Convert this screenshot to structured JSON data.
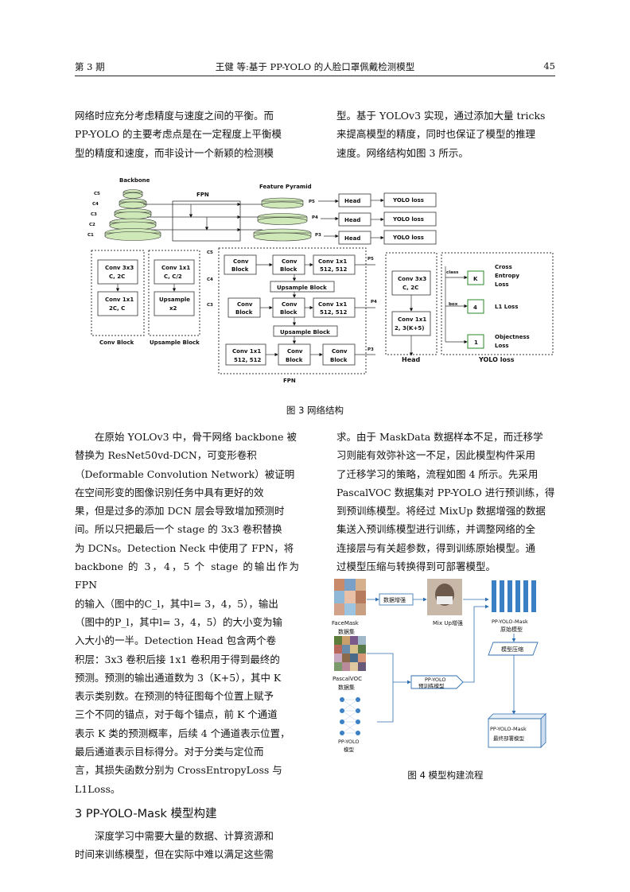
{
  "header": {
    "left": "第 3 期",
    "center": "王健  等:基于 PP-YOLO 的人脸口罩佩戴检测模型",
    "right": "45"
  },
  "intro_left": [
    "网络时应充分考虑精度与速度之间的平衡。而",
    "PP-YOLO 的主要考虑点是在一定程度上平衡模",
    "型的精度和速度，而非设计一个新颖的检测模"
  ],
  "intro_right": [
    "型。基于 YOLOv3 实现，通过添加大量 tricks",
    "来提高模型的精度，同时也保证了模型的推理",
    "速度。网络结构如图 3 所示。"
  ],
  "fig3": {
    "caption": "图 3  网络结构",
    "backbone": "Backbone",
    "fpn": "FPN",
    "feature_pyramid": "Feature Pyramid",
    "c_labels": [
      "C5",
      "C4",
      "C3",
      "C2",
      "C1"
    ],
    "p_labels": [
      "P5",
      "P4",
      "P3"
    ],
    "head": "Head",
    "yolo_loss": "YOLO loss",
    "conv3x3": "Conv 3x3",
    "c2c": "C, 2C",
    "conv1x1": "Conv 1x1",
    "c2c_b": "2C, C",
    "cc2": "C, C/2",
    "upsample": "Upsample",
    "x2": "x2",
    "conv_block": "Conv Block",
    "upsample_block": "Upsample Block",
    "conv": "Conv",
    "block": "Block",
    "dim512": "512, 512",
    "cls_out": "2, 3(K+5)",
    "class": "class",
    "box": "box",
    "k": "K",
    "four": "4",
    "one": "1",
    "cross_entropy": [
      "Cross",
      "Entropy",
      "Loss"
    ],
    "l1_loss": "L1 Loss",
    "objectness": [
      "Objectness",
      "Loss"
    ],
    "c5": "C5",
    "c4": "C4",
    "c3": "C3",
    "p5": "P5",
    "p4": "P4",
    "p3": "P3"
  },
  "body_left": [
    {
      "indent": true,
      "text": "在原始 YOLOv3 中，骨干网络 backbone 被"
    },
    {
      "text": "替换为 ResNet50vd-DCN，可变形卷积"
    },
    {
      "text": "（Deformable Convolution Network）被证明"
    },
    {
      "text": "在空间形变的图像识别任务中具有更好的效"
    },
    {
      "text": "果，但是过多的添加 DCN 层会导致增加预测时"
    },
    {
      "text": "间。所以只把最后一个 stage 的 3x3 卷积替换"
    },
    {
      "text": "为 DCNs。Detection Neck 中使用了 FPN，将"
    },
    {
      "text": "backbone 的 3，4，5 个 stage 的输出作为 FPN"
    },
    {
      "text": "的输入（图中的C_l，其中l= 3，4，5），输出"
    },
    {
      "text": "（图中的P_l，其中l= 3，4，5）的大小变为输"
    },
    {
      "text": "入大小的一半。Detection Head 包含两个卷"
    },
    {
      "text": "积层：3x3 卷积后接 1x1 卷积用于得到最终的"
    },
    {
      "text": "预测。预测的输出通道数为 3（K+5），其中 K"
    },
    {
      "text": "表示类别数。在预测的特征图每个位置上赋予"
    },
    {
      "text": "三个不同的锚点，对于每个锚点，前 K 个通道"
    },
    {
      "text": "表示 K 类的预测概率，后续 4 个通道表示位置，"
    },
    {
      "text": "最后通道表示目标得分。对于分类与定位而"
    },
    {
      "text": "言，其损失函数分别为 CrossEntropyLoss 与"
    },
    {
      "text": "L1Loss。"
    }
  ],
  "section3": "3  PP-YOLO-Mask 模型构建",
  "sec3_body": [
    {
      "indent": true,
      "text": "深度学习中需要大量的数据、计算资源和"
    },
    {
      "text": "时间来训练模型，但在实际中难以满足这些需"
    }
  ],
  "body_right": [
    {
      "text": "求。由于 MaskData 数据样本不足，而迁移学"
    },
    {
      "text": "习则能有效弥补这一不足，因此模型构件采用"
    },
    {
      "text": "了迁移学习的策略，流程如图 4 所示。先采用"
    },
    {
      "text": "PascalVOC 数据集对 PP-YOLO 进行预训练，得"
    },
    {
      "text": "到预训练模型。将经过 MixUp 数据增强的数据"
    },
    {
      "text": "集送入预训练模型进行训练，并调整网络的全"
    },
    {
      "text": "连接层与有关超参数，得到训练原始模型。通"
    },
    {
      "text": "过模型压缩与转换得到可部署模型。"
    }
  ],
  "fig4": {
    "caption": "图 4  模型构建流程",
    "facemask": [
      "FaceMask",
      "数据集"
    ],
    "augment": "数据增强",
    "mixup": "Mix Up增强",
    "origin_model": [
      "PP-YOLO-Mask",
      "原始模型"
    ],
    "compress": "模型压缩",
    "pascal": [
      "PascalVOC",
      "数据集"
    ],
    "pretrain": [
      "PP-YOLO",
      "预训练模型"
    ],
    "ppyolo": [
      "PP-YOLO",
      "模型"
    ],
    "final_model": [
      "PP-YOLO-Mask",
      "最终部署模型"
    ]
  }
}
